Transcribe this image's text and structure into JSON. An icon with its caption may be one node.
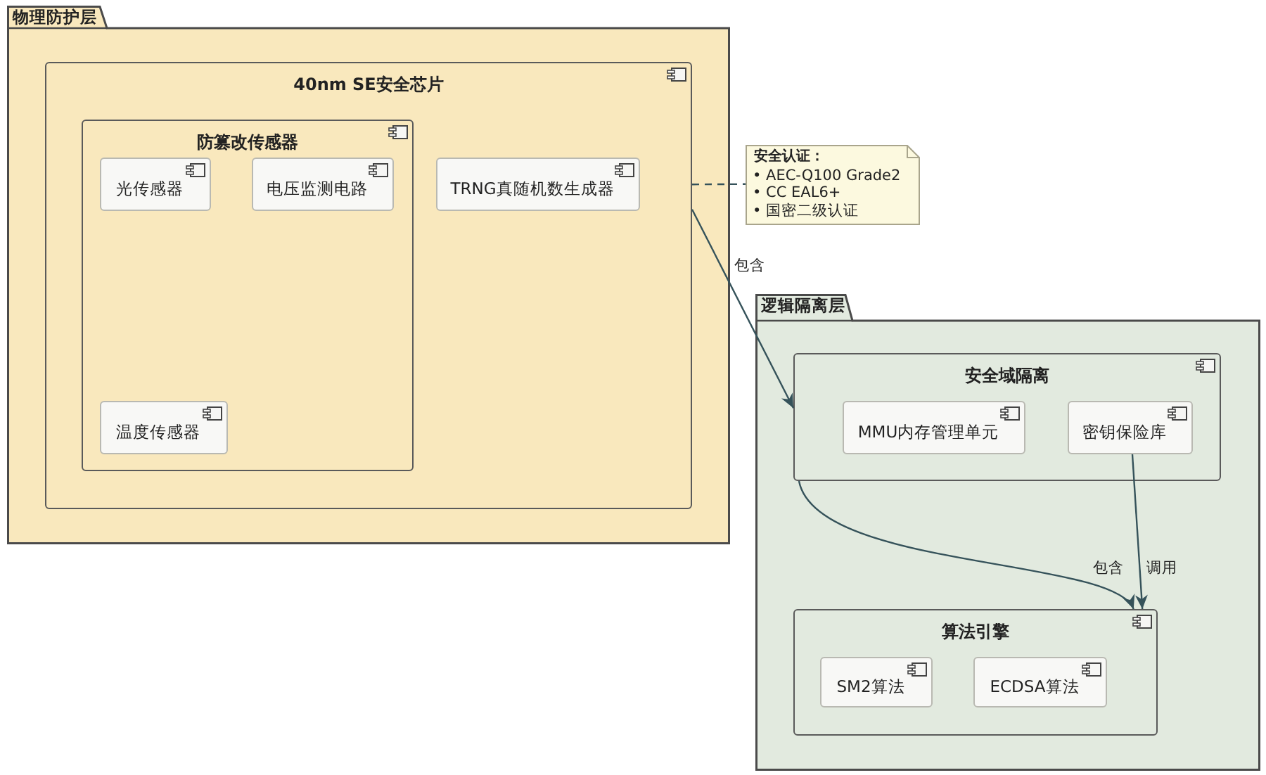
{
  "diagram": {
    "nodes": [
      {
        "text": [
          "物理防护层"
        ]
      },
      {
        "text": [
          "40nm SE安全芯片"
        ],
        "in": 0
      },
      {
        "text": [
          "防篡改传感器"
        ],
        "in": 1
      },
      {
        "text": [
          "光传感器"
        ],
        "in": 2
      },
      {
        "text": [
          "电压监测电路"
        ],
        "in": 2
      },
      {
        "text": [
          "温度传感器"
        ],
        "in": 2
      },
      {
        "text": [
          "TRNG真随机数生成器"
        ],
        "in": 1
      },
      {
        "text": [
          "安全认证：",
          "• AEC-Q100 Grade2",
          "• CC EAL6+",
          "• 国密二级认证"
        ]
      },
      {
        "text": [
          "逻辑隔离层"
        ]
      },
      {
        "text": [
          "安全域隔离"
        ],
        "in": 8
      },
      {
        "text": [
          "MMU内存管理单元"
        ],
        "in": 9
      },
      {
        "text": [
          "密钥保险库"
        ],
        "in": 9
      },
      {
        "text": [
          "算法引擎"
        ],
        "in": 8
      },
      {
        "text": [
          "SM2算法"
        ],
        "in": 12
      },
      {
        "text": [
          "ECDSA算法"
        ],
        "in": 12
      }
    ],
    "edges": [
      {
        "from": 1,
        "to": 7,
        "arrow": "none",
        "style": "dashed"
      },
      {
        "from": 1,
        "to": 9,
        "arrow": "to",
        "label": "包含"
      },
      {
        "from": 9,
        "to": 12,
        "arrow": "to",
        "label": "包含"
      },
      {
        "from": 11,
        "to": 12,
        "arrow": "to",
        "label": "调用"
      }
    ]
  }
}
